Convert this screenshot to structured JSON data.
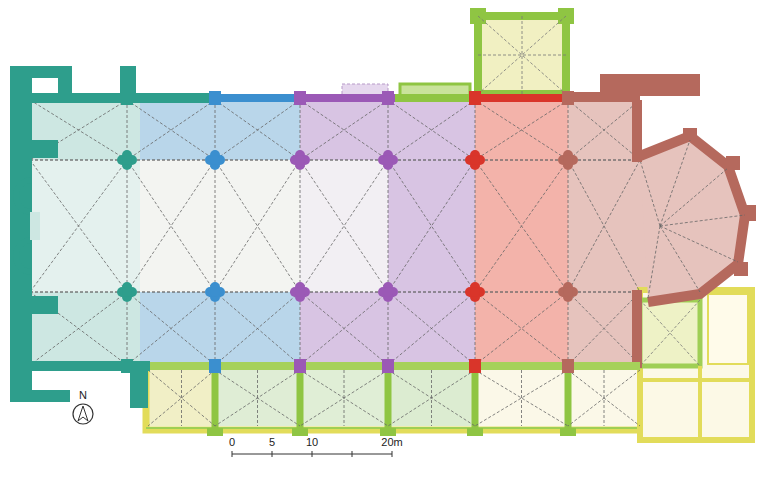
{
  "diagram": {
    "labels": [
      "N",
      "0",
      "5",
      "10",
      "20m"
    ]
  }
}
